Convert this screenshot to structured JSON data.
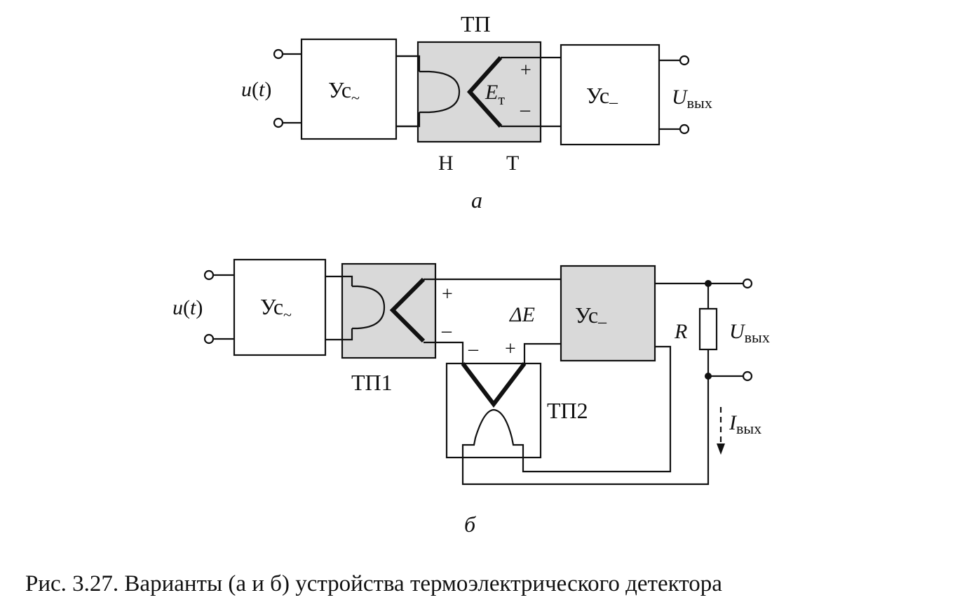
{
  "diagram_a": {
    "input_label": "u(t)",
    "input_var": "u",
    "input_arg": "t",
    "amp_ac_label": "Ус",
    "amp_ac_sub": "~",
    "tp_label": "ТП",
    "emf_label": "E",
    "emf_sub": "т",
    "plus": "+",
    "minus": "–",
    "amp_dc_label": "Ус",
    "amp_dc_sub": "–",
    "output_var": "U",
    "output_sub": "вых",
    "heater_label": "Н",
    "thermocouple_label": "Т",
    "caption": "а"
  },
  "diagram_b": {
    "input_var": "u",
    "input_arg": "t",
    "amp_ac_label": "Ус",
    "amp_ac_sub": "~",
    "tp1_label": "ТП1",
    "tp1_plus": "+",
    "tp1_minus": "–",
    "delta_e": "ΔE",
    "tp2_minus": "–",
    "tp2_plus": "+",
    "amp_dc_label": "Ус",
    "amp_dc_sub": "–",
    "resistor_label": "R",
    "output_var": "U",
    "output_sub": "вых",
    "tp2_label": "ТП2",
    "current_var": "I",
    "current_sub": "вых",
    "caption": "б"
  },
  "figure_caption": "Рис. 3.27. Варианты (а и б) устройства термоэлектрического детектора"
}
